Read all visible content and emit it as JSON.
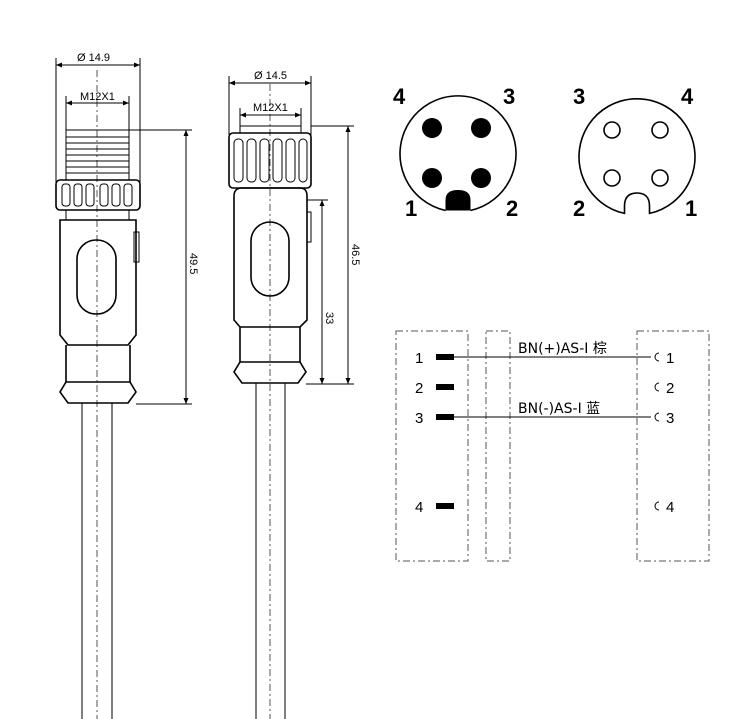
{
  "male_connector": {
    "diameter_label": "Ø 14.9",
    "thread_label": "M12X1",
    "length_label": "49.5"
  },
  "female_connector": {
    "diameter_label": "Ø 14.5",
    "thread_label": "M12X1",
    "length_label": "46.5",
    "body_length_label": "33"
  },
  "male_face": {
    "pins": [
      {
        "label": "4"
      },
      {
        "label": "3"
      },
      {
        "label": "1"
      },
      {
        "label": "2"
      }
    ]
  },
  "female_face": {
    "pins": [
      {
        "label": "3"
      },
      {
        "label": "4"
      },
      {
        "label": "2"
      },
      {
        "label": "1"
      }
    ]
  },
  "wiring": {
    "left_pins": [
      "1",
      "2",
      "3",
      "4"
    ],
    "right_pins": [
      "1",
      "2",
      "3",
      "4"
    ],
    "wire_1_label": "BN(+)AS-I 棕",
    "wire_3_label": "BN(-)AS-I 蓝"
  }
}
